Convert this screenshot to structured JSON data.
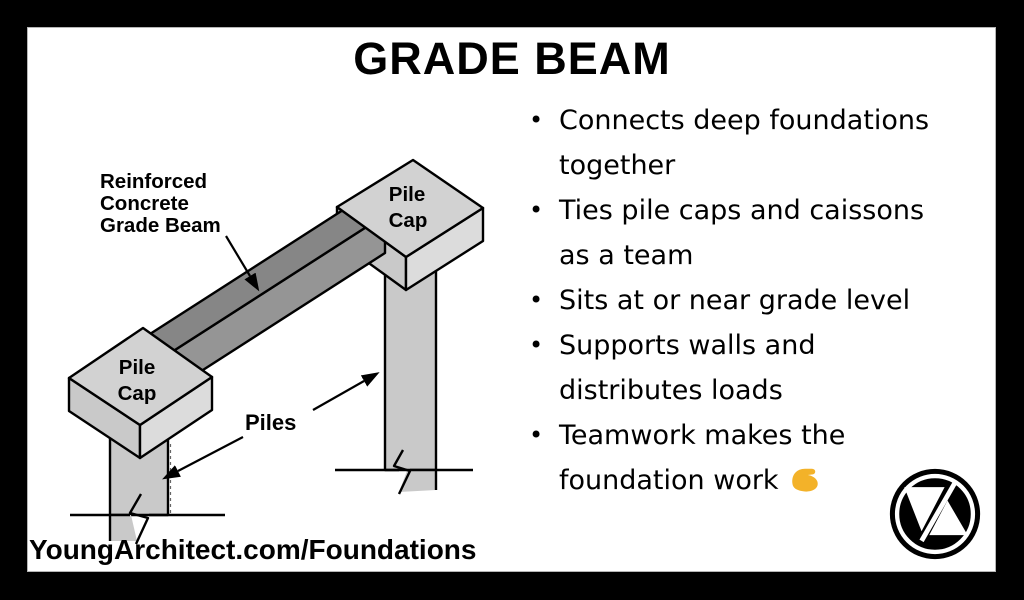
{
  "title": "GRADE BEAM",
  "bullets": {
    "bullet_char": "•",
    "items": [
      {
        "lines": [
          "Connects deep foundations",
          "together"
        ]
      },
      {
        "lines": [
          "Ties pile caps and caissons",
          "as a team"
        ]
      },
      {
        "lines": [
          "Sits at or near grade level"
        ]
      },
      {
        "lines": [
          "Supports walls and",
          "distributes loads"
        ]
      },
      {
        "lines": [
          "Teamwork makes the",
          "foundation work"
        ],
        "icon": "flexed-biceps-icon"
      }
    ]
  },
  "diagram": {
    "grade_beam_label": [
      "Reinforced",
      "Concrete",
      "Grade Beam"
    ],
    "pile_cap_label": [
      "Pile",
      "Cap"
    ],
    "piles_label": "Piles"
  },
  "footer": {
    "url": "YoungArchitect.com/Foundations"
  },
  "logo": {
    "icon": "young-architect-monogram"
  },
  "colors": {
    "background": "#000000",
    "card": "#ffffff",
    "text": "#000000",
    "outline": "#000000",
    "cap_top": "#d2d2d2",
    "cap_left": "#c9c9c9",
    "cap_right": "#dcdcdc",
    "pile": "#c9c9c9",
    "beam_top": "#868686",
    "beam_front": "#959595",
    "emoji_gold": "#f3b229"
  }
}
